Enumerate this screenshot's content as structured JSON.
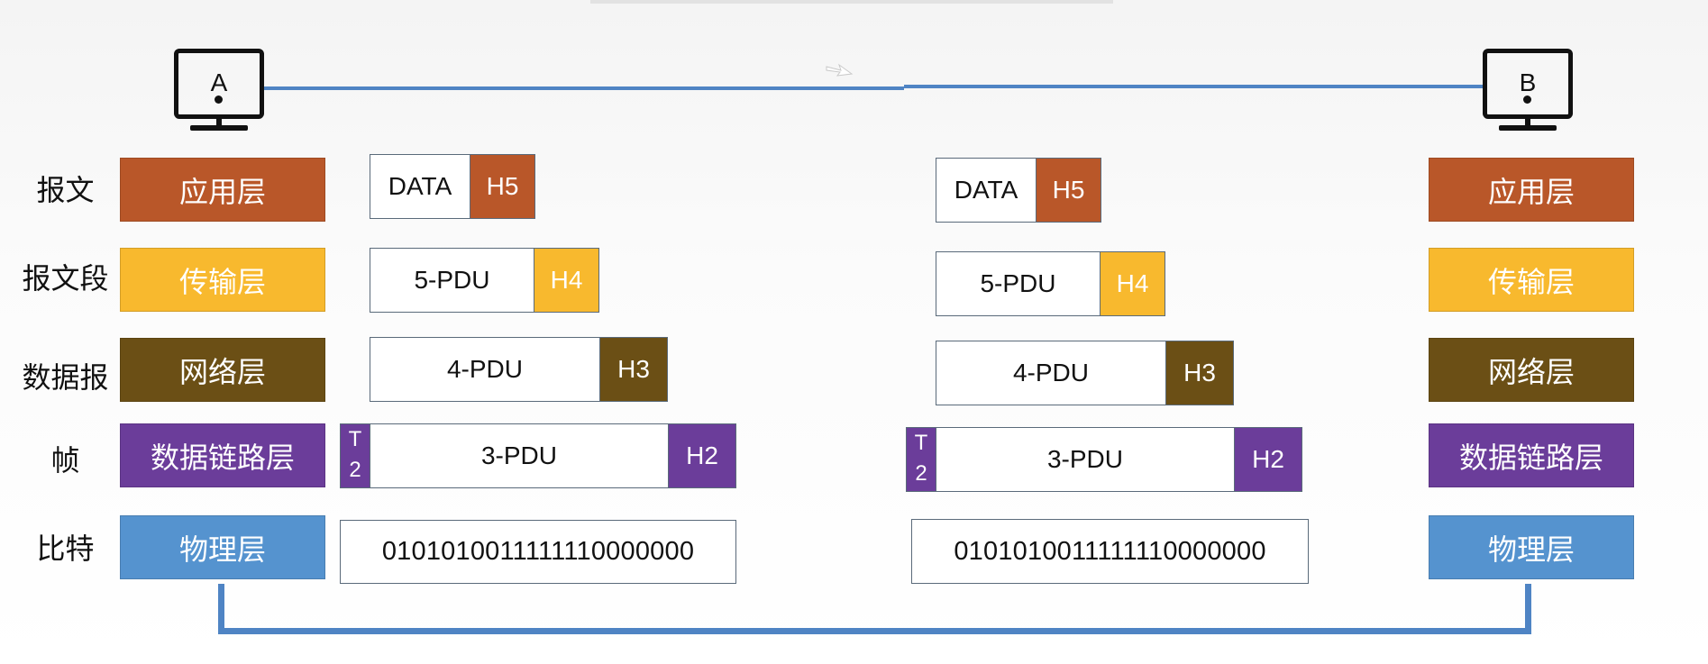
{
  "hosts": {
    "a": "A",
    "b": "B"
  },
  "row_labels": [
    "报文",
    "报文段",
    "数据报",
    "帧",
    "比特"
  ],
  "layers": [
    {
      "name": "应用层",
      "color": "#b95729"
    },
    {
      "name": "传输层",
      "color": "#f8b92e"
    },
    {
      "name": "网络层",
      "color": "#6b4f15"
    },
    {
      "name": "数据链路层",
      "color": "#6b3d9a"
    },
    {
      "name": "物理层",
      "color": "#5593cf"
    }
  ],
  "sender": {
    "data": "DATA",
    "h5": "H5",
    "pdu5": "5-PDU",
    "h4": "H4",
    "pdu4": "4-PDU",
    "h3": "H3",
    "trailer_top": "T",
    "trailer_bottom": "2",
    "pdu3": "3-PDU",
    "h2": "H2",
    "bits": "0101010011111110000000"
  },
  "receiver": {
    "data": "DATA",
    "h5": "H5",
    "pdu5": "5-PDU",
    "h4": "H4",
    "pdu4": "4-PDU",
    "h3": "H3",
    "trailer_top": "T",
    "trailer_bottom": "2",
    "pdu3": "3-PDU",
    "h2": "H2",
    "bits": "0101010011111110000000"
  }
}
